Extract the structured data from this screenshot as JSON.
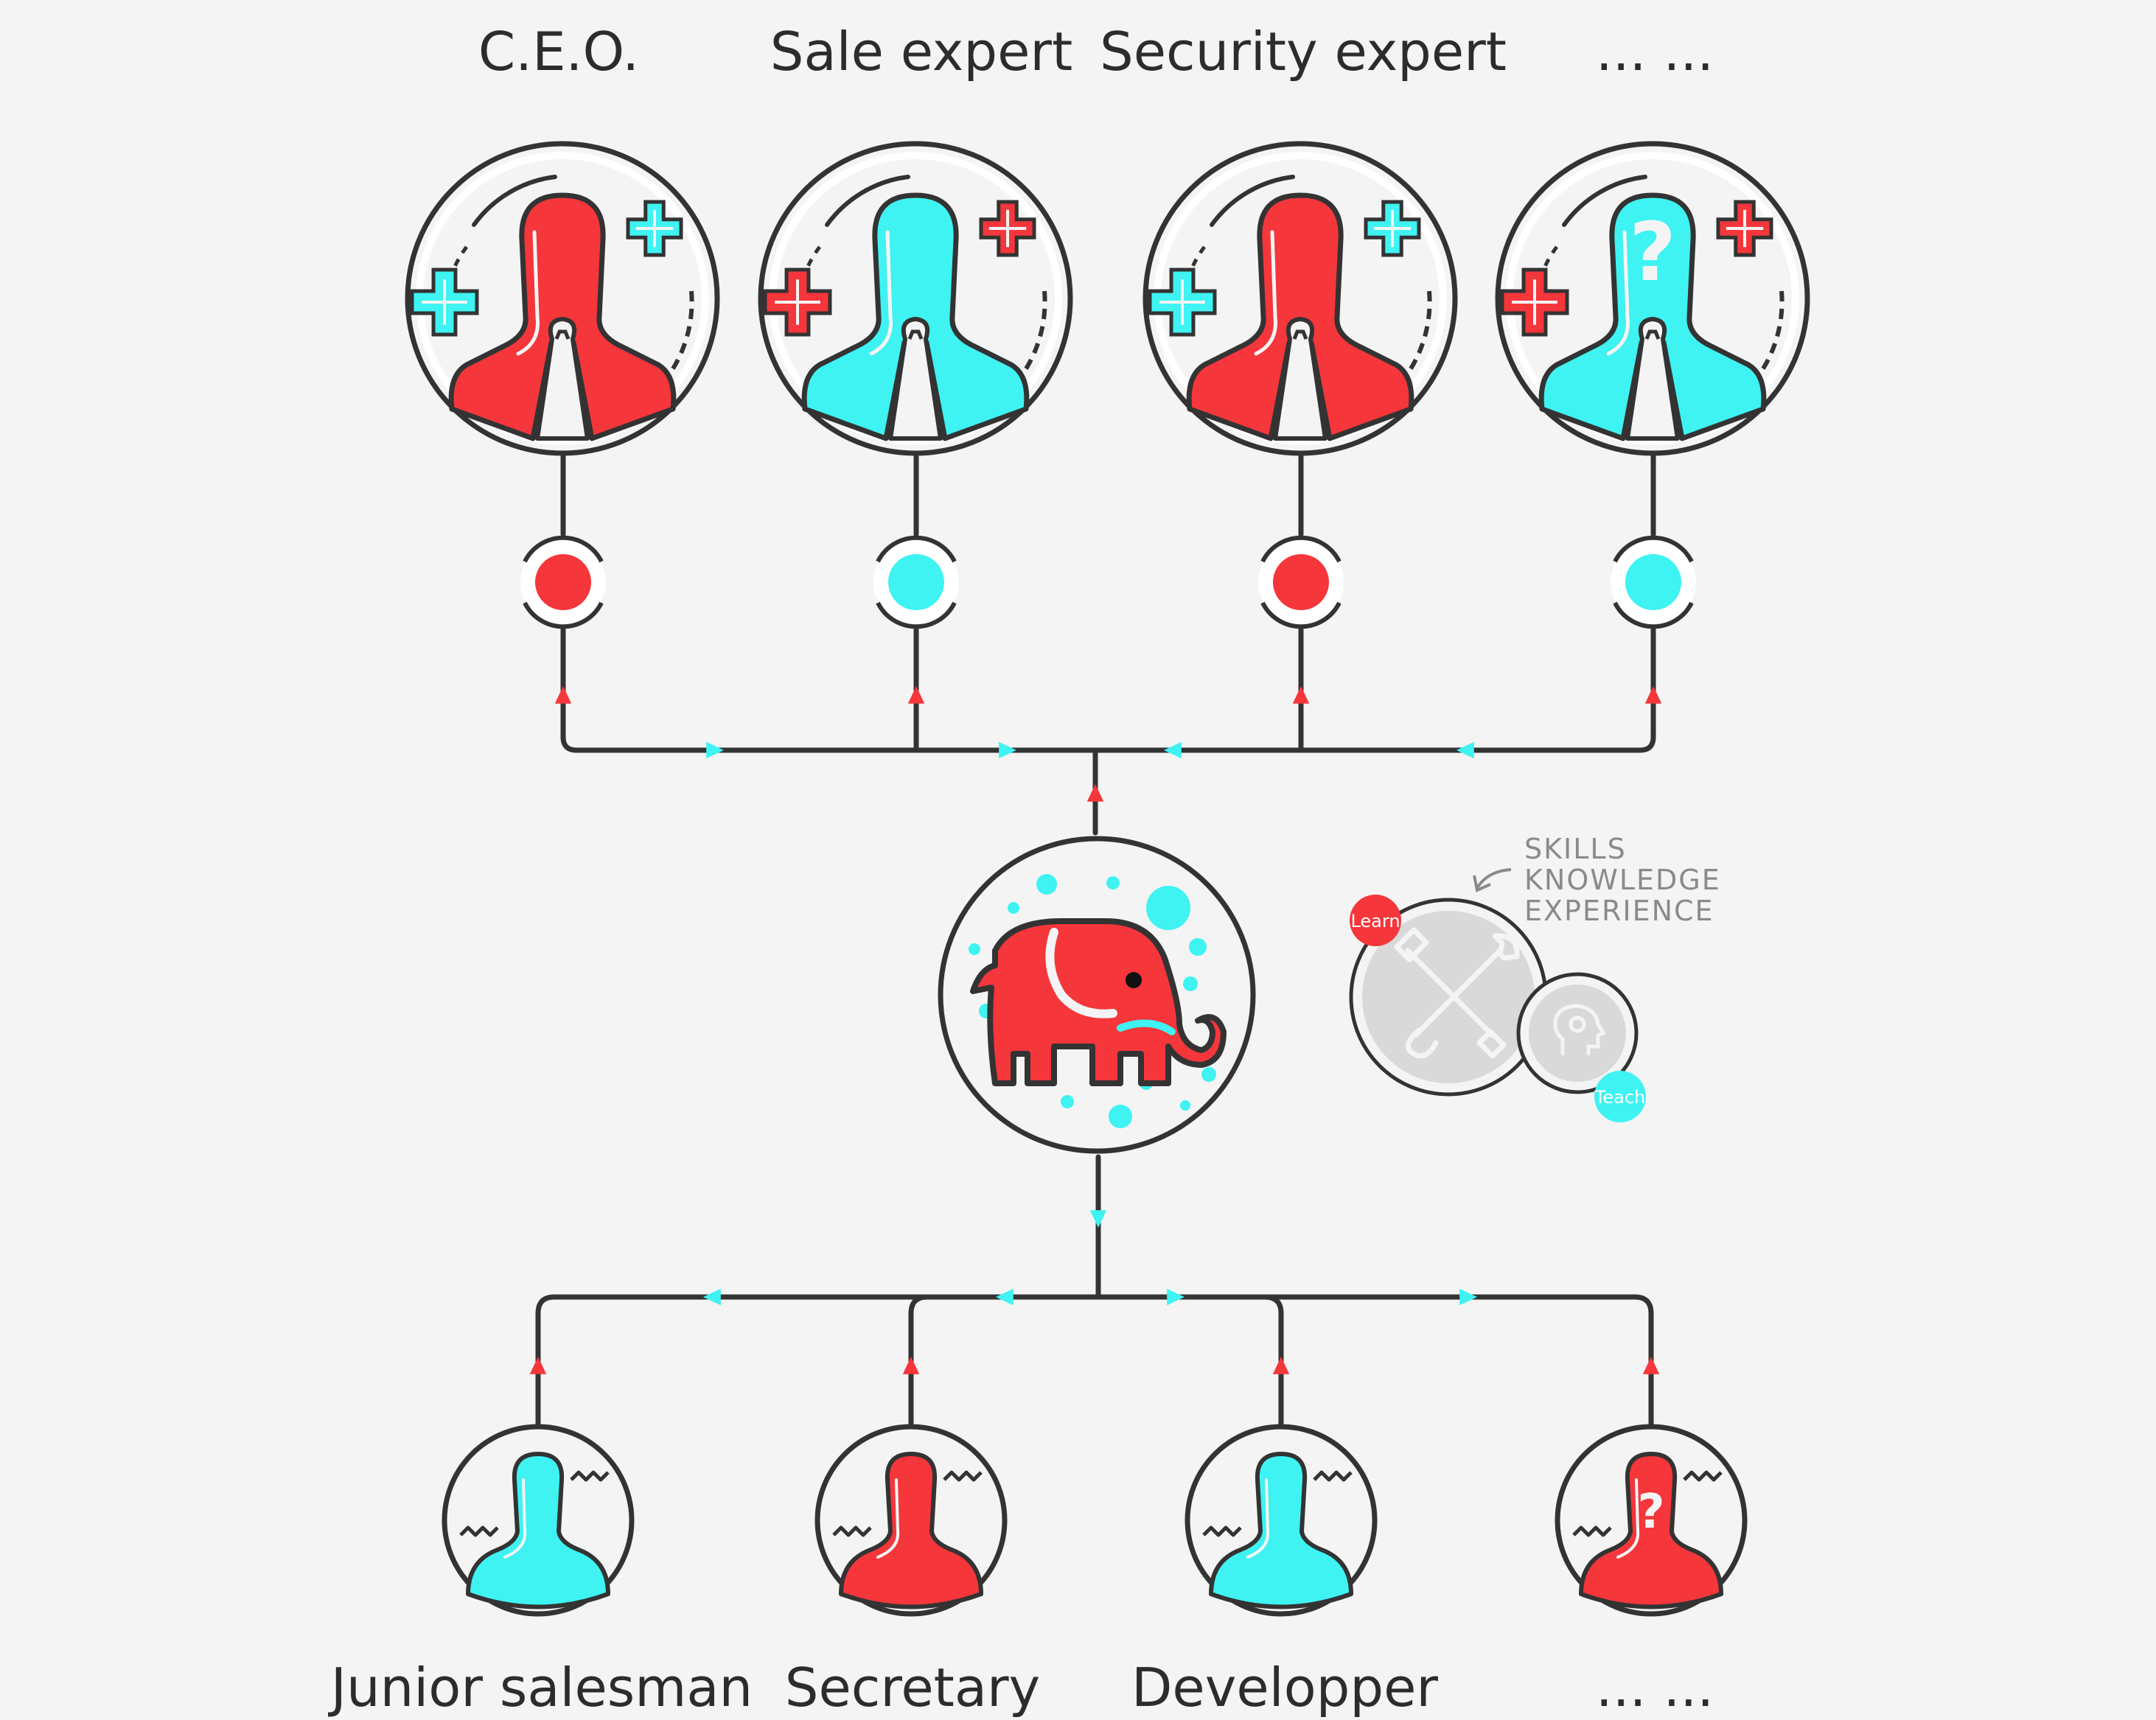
{
  "colors": {
    "red": "#f5363b",
    "cyan": "#3ef3f2",
    "outline": "#333333",
    "background": "#f4f4f4",
    "grey": "#d9d9d9",
    "grey_text": "#8a8a8a"
  },
  "top_roles": [
    {
      "label": "C.E.O.",
      "color": "red",
      "icon": "person-plus-icon"
    },
    {
      "label": "Sale expert",
      "color": "cyan",
      "icon": "person-plus-icon"
    },
    {
      "label": "Security expert",
      "color": "red",
      "icon": "person-plus-icon"
    },
    {
      "label": "... ...",
      "color": "cyan",
      "icon": "person-question-icon"
    }
  ],
  "bottom_roles": [
    {
      "label": "Junior salesman",
      "color": "cyan",
      "icon": "person-wave-icon"
    },
    {
      "label": "Secretary",
      "color": "red",
      "icon": "person-wave-icon"
    },
    {
      "label": "Developper",
      "color": "cyan",
      "icon": "person-wave-icon"
    },
    {
      "label": "... ...",
      "color": "red",
      "icon": "person-question-icon"
    }
  ],
  "center": {
    "icon": "elephant-icon"
  },
  "skills": {
    "lines": [
      "SKILLS",
      "KNOWLEDGE",
      "EXPERIENCE"
    ],
    "learn_label": "Learn",
    "teach_label": "Teach",
    "icons": [
      "wrench-icon",
      "lightbulb-head-icon"
    ]
  }
}
